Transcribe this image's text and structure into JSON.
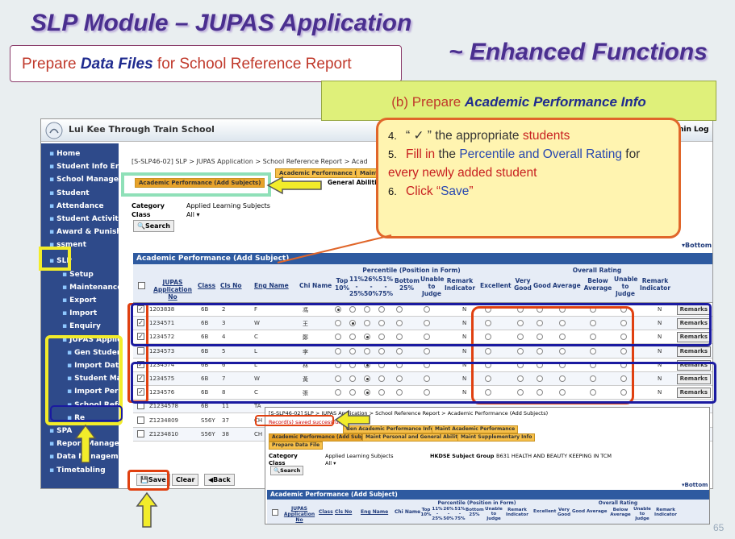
{
  "slide": {
    "title": "SLP Module – JUPAS Application",
    "subtitle": "~ Enhanced Functions",
    "label_prefix": "Prepare ",
    "label_bold": "Data Files",
    "label_suffix": " for School Reference Report",
    "step_prefix": "(b) Prepare ",
    "step_bold": "Academic Performance Info",
    "page_number": "65"
  },
  "callout": {
    "n4": "4.",
    "i4a": "“ ✓ ” the appropriate ",
    "i4b": "students",
    "n5": "5.",
    "i5a": "Fill in",
    "i5b": " the ",
    "i5c": "Percentile and Overall Rating",
    "i5d": " for ",
    "i5e": "every newly added student",
    "n6": "6.",
    "i6a": "Click “",
    "i6b": "Save",
    "i6c": "”"
  },
  "app": {
    "school_name": "Lui Kee Through Train School",
    "top_right_a": "nin",
    "top_right_b": "Log",
    "sidebar": [
      "Home",
      "Student Info Enq",
      "School Managemen",
      "Student",
      "Attendance",
      "Student Activities",
      "Award & Punishme",
      "ssment",
      "SLP",
      "Setup",
      "Maintenance",
      "Export",
      "Import",
      "Enquiry",
      "JUPAS Applicat",
      "Gen Student L",
      "Import Data Fi",
      "Student Mappi",
      "Import Person",
      "School Refere",
      "Re",
      "SPA",
      "Report Managemen",
      "Data Management",
      "Timetabling"
    ],
    "breadcrumb": "[S-SLP46-02] SLP > JUPAS Application > School Reference Report > Acad",
    "tabs": [
      "Academic Performance Info",
      "Maint"
    ],
    "active_tab": "Academic Performance (Add Subjects)",
    "tab_right": "General Abiliti",
    "category_label": "Category",
    "category_value": "Applied Learning Subjects",
    "class_label": "Class",
    "class_value": "All",
    "search_btn": "Search",
    "bottom_link": "Bottom",
    "table_title": "Academic Performance (Add Subject)",
    "headers": {
      "jupas": "JUPAS Application No",
      "class": "Class",
      "clsno": "Cls No",
      "eng": "Eng Name",
      "chi": "Chi Name",
      "percentile": "Percentile (Position in Form)",
      "p1": "Top 10%",
      "p2": "11% - 25%",
      "p3": "26% - 50%",
      "p4": "51% - 75%",
      "p5": "Bottom 25%",
      "p6": "Unable to Judge",
      "p7": "Remark Indicator",
      "overall": "Overall Rating",
      "o1": "Excellent",
      "o2": "Very Good",
      "o3": "Good",
      "o4": "Average",
      "o5": "Below Average",
      "o6": "Unable to Judge",
      "o7": "Remark Indicator"
    },
    "rows": [
      {
        "no": "1203838",
        "cls": "6B",
        "clsno": "2",
        "eng": "F",
        "chi": "馮",
        "ind": "N",
        "remark": "Remarks",
        "checked": true
      },
      {
        "no": "1234571",
        "cls": "6B",
        "clsno": "3",
        "eng": "W",
        "chi": "王",
        "ind": "N",
        "remark": "Remarks",
        "checked": true
      },
      {
        "no": "1234572",
        "cls": "6B",
        "clsno": "4",
        "eng": "C",
        "chi": "鄭",
        "ind": "N",
        "remark": "Remarks",
        "checked": true
      },
      {
        "no": "1234573",
        "cls": "6B",
        "clsno": "5",
        "eng": "L",
        "chi": "李",
        "ind": "N",
        "remark": "Remarks",
        "checked": false
      },
      {
        "no": "1234574",
        "cls": "6B",
        "clsno": "6",
        "eng": "L",
        "chi": "林",
        "ind": "N",
        "remark": "Remarks",
        "checked": true
      },
      {
        "no": "1234575",
        "cls": "6B",
        "clsno": "7",
        "eng": "W",
        "chi": "黃",
        "ind": "N",
        "remark": "Remarks",
        "checked": true
      },
      {
        "no": "1234576",
        "cls": "6B",
        "clsno": "8",
        "eng": "C",
        "chi": "張",
        "ind": "N",
        "remark": "Remarks",
        "checked": true
      },
      {
        "no": "Z1234578",
        "cls": "6B",
        "clsno": "11",
        "eng": "TA",
        "chi": "",
        "ind": "",
        "remark": "",
        "checked": false
      },
      {
        "no": "Z1234809",
        "cls": "S56Y",
        "clsno": "37",
        "eng": "CH",
        "chi": "",
        "ind": "",
        "remark": "",
        "checked": false
      },
      {
        "no": "Z1234810",
        "cls": "S56Y",
        "clsno": "38",
        "eng": "CH",
        "chi": "",
        "ind": "",
        "remark": "",
        "checked": false
      }
    ],
    "save_btn": "Save",
    "clear_btn": "Clear",
    "back_btn": "Back"
  },
  "inset": {
    "breadcrumb": "[S-SLP46-02] SLP > JUPAS Application > School Reference Report > Academic Performance (Add Subjects)",
    "saved_msg": "Record(s) saved successfully",
    "tabs": [
      "Gen Academic Performance Info",
      "Maint Academic Performance",
      "Academic Performance (Add Subjects)",
      "Maint Personal and General Abilities",
      "Maint Supplementary Info",
      "Prepare Data File"
    ],
    "category_label": "Category",
    "category_value": "Applied Learning Subjects",
    "group_label": "HKDSE Subject Group",
    "group_value": "B631 HEALTH AND BEAUTY KEEPING IN TCM",
    "class_label": "Class",
    "class_value": "All",
    "search_btn": "Search",
    "bottom_link": "Bottom",
    "table_title": "Academic Performance (Add Subject)"
  },
  "colors": {
    "title": "#4a2f8f",
    "accent_red": "#c0392b",
    "sidebar": "#2e4a8a",
    "table_header": "#2e5aa0",
    "green_label": "#dff07a",
    "callout_bg": "#fff4b0"
  }
}
